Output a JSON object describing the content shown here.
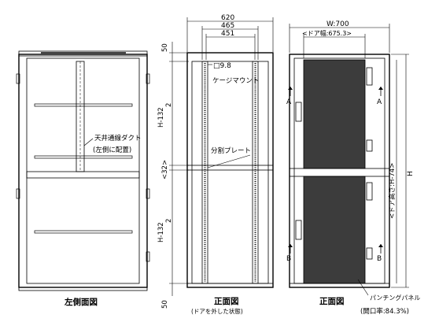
{
  "views": {
    "side": {
      "title": "左側面図",
      "duct_label": "天井通線ダクト",
      "duct_note": "(左側に配置)"
    },
    "front_open": {
      "title": "正面図",
      "subtitle": "(ドアを外した状態)",
      "label_square": "□9.8",
      "label_mount": "ケージマウント",
      "label_plate": "分割プレート"
    },
    "front": {
      "title": "正面図",
      "label_height": "<ドア高さ:H-74>",
      "label_H": "H",
      "label_A": "A",
      "label_B": "B",
      "label_panel": "パンチングパネル",
      "label_ratio": "(開口率:84.3%)"
    }
  },
  "dimensions": {
    "width_620": "620",
    "width_465": "465",
    "width_451": "451",
    "top_50": "50",
    "bottom_50": "50",
    "upper_section": "H-132",
    "upper_div": "2",
    "lower_section": "H-132",
    "lower_div": "2",
    "mid_32": "<32>",
    "width_700": "W:700",
    "door_width": "<ドア幅:675.3>"
  }
}
